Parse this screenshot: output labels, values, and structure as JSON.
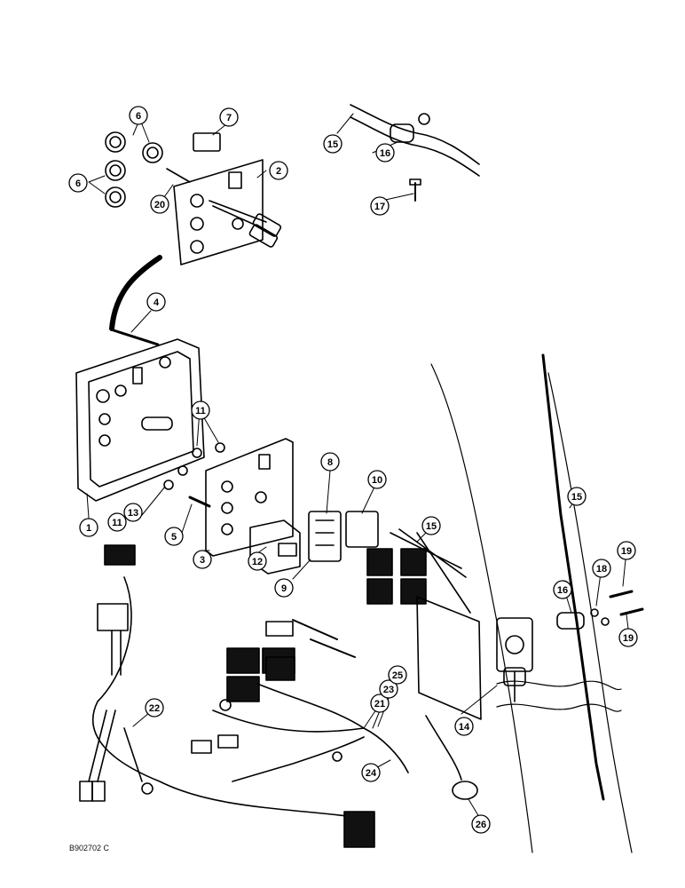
{
  "diagram": {
    "reference_code": "B902702 C",
    "callouts": [
      "1",
      "2",
      "3",
      "4",
      "5",
      "6",
      "6",
      "7",
      "8",
      "9",
      "10",
      "11",
      "11",
      "12",
      "13",
      "14",
      "15",
      "15",
      "15",
      "16",
      "16",
      "17",
      "18",
      "19",
      "19",
      "20",
      "21",
      "22",
      "23",
      "24",
      "25",
      "26"
    ]
  }
}
